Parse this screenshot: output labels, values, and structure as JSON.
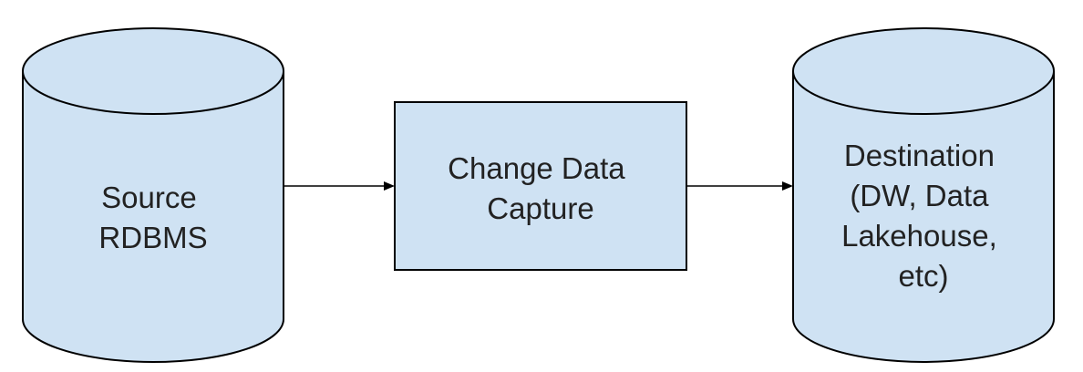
{
  "nodes": {
    "source": {
      "shape": "cylinder",
      "lines": [
        "Source",
        "RDBMS"
      ]
    },
    "cdc": {
      "shape": "rectangle",
      "lines": [
        "Change Data",
        "Capture"
      ]
    },
    "destination": {
      "shape": "cylinder",
      "lines": [
        "Destination",
        "(DW, Data",
        "Lakehouse,",
        "etc)"
      ]
    }
  },
  "edges": [
    {
      "from": "source",
      "to": "cdc"
    },
    {
      "from": "cdc",
      "to": "destination"
    }
  ],
  "colors": {
    "fill": "#cfe2f3",
    "stroke": "#000000",
    "text": "#222222"
  }
}
